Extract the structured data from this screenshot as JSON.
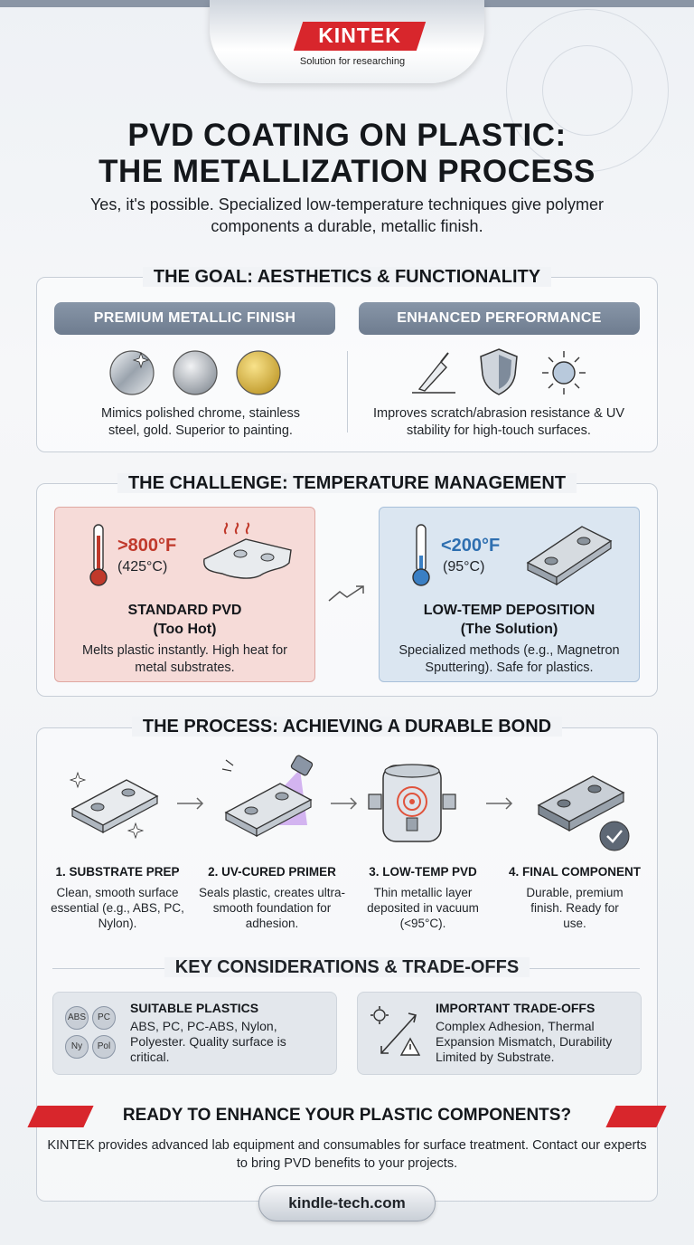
{
  "header": {
    "brand": "KINTEK",
    "tagline": "Solution for researching",
    "title_line1": "PVD COATING ON PLASTIC:",
    "title_line2": "THE METALLIZATION PROCESS",
    "subtitle": "Yes, it's possible. Specialized low-temperature techniques give polymer components a durable, metallic finish."
  },
  "goal": {
    "title": "THE GOAL: AESTHETICS & FUNCTIONALITY",
    "left_pill": "PREMIUM METALLIC FINISH",
    "left_desc": "Mimics polished chrome, stainless steel, gold. Superior to painting.",
    "right_pill": "ENHANCED PERFORMANCE",
    "right_desc": "Improves scratch/abrasion resistance & UV stability for high-touch surfaces."
  },
  "challenge": {
    "title": "THE CHALLENGE: TEMPERATURE MANAGEMENT",
    "hot": {
      "temp_f": ">800°F",
      "temp_c": "(425°C)",
      "head_line1": "STANDARD PVD",
      "head_line2": "(Too Hot)",
      "desc": "Melts plastic instantly. High heat for metal substrates."
    },
    "cool": {
      "temp_f": "<200°F",
      "temp_c": "(95°C)",
      "head_line1": "LOW-TEMP DEPOSITION",
      "head_line2": "(The Solution)",
      "desc": "Specialized methods (e.g., Magnetron Sputtering). Safe for plastics."
    }
  },
  "process": {
    "title": "THE PROCESS: ACHIEVING A DURABLE BOND",
    "steps": [
      {
        "head": "1. SUBSTRATE PREP",
        "desc": "Clean, smooth surface essential (e.g., ABS, PC, Nylon)."
      },
      {
        "head": "2. UV-CURED PRIMER",
        "desc": "Seals plastic, creates ultra-smooth foundation for adhesion."
      },
      {
        "head": "3. LOW-TEMP PVD",
        "desc": "Thin metallic layer deposited in vacuum (<95°C)."
      },
      {
        "head": "4. FINAL COMPONENT",
        "desc": "Durable, premium finish. Ready for use."
      }
    ]
  },
  "considerations": {
    "title": "KEY CONSIDERATIONS & TRADE-OFFS",
    "plastics_head": "SUITABLE PLASTICS",
    "plastics_text": "ABS, PC, PC-ABS, Nylon, Polyester. Quality surface is critical.",
    "badges": [
      "ABS",
      "PC",
      "Ny",
      "Pol"
    ],
    "tradeoffs_head": "IMPORTANT TRADE-OFFS",
    "tradeoffs_text": "Complex Adhesion, Thermal Expansion Mismatch, Durability Limited by Substrate."
  },
  "cta": {
    "title": "READY TO ENHANCE YOUR PLASTIC COMPONENTS?",
    "text": "KINTEK provides advanced lab equipment and consumables for surface treatment. Contact our experts to bring PVD benefits to your projects.",
    "url": "kindle-tech.com"
  },
  "colors": {
    "brand_red": "#d8262c",
    "hot_red": "#c0392b",
    "cool_blue": "#2e6fb0",
    "pill_gray": "#7a889a"
  }
}
